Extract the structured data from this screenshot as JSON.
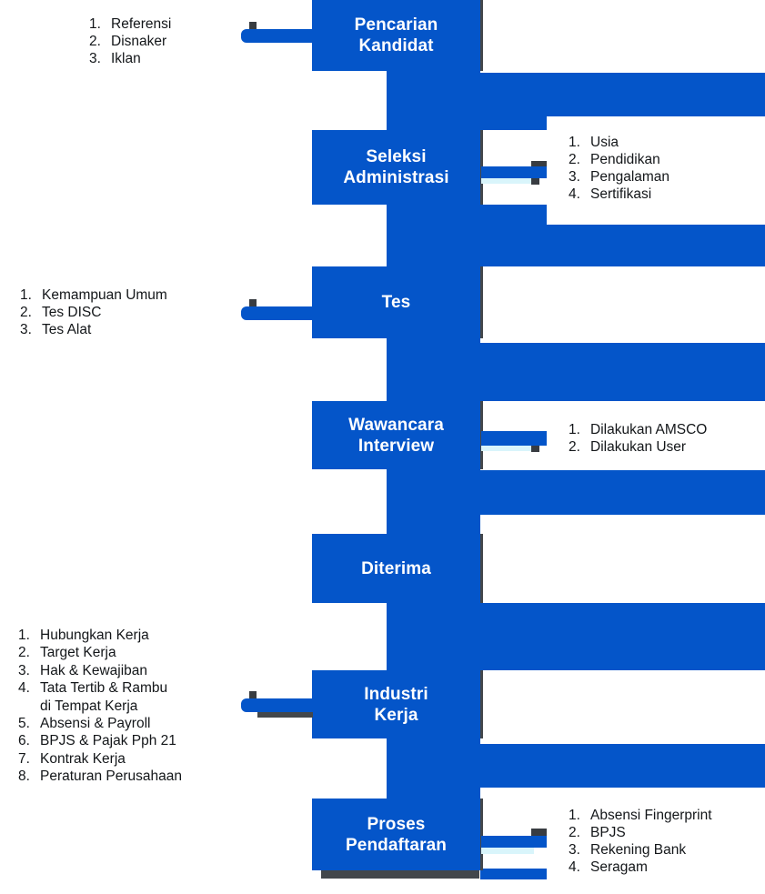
{
  "diagram": {
    "kind": "serpentine-process-flow",
    "steps": [
      {
        "id": "pencarian-kandidat",
        "line1": "Pencarian",
        "line2": "Kandidat"
      },
      {
        "id": "seleksi-administrasi",
        "line1": "Seleksi",
        "line2": "Administrasi"
      },
      {
        "id": "tes",
        "line1": "Tes",
        "line2": ""
      },
      {
        "id": "wawancara-interview",
        "line1": "Wawancara",
        "line2": "Interview"
      },
      {
        "id": "diterima",
        "line1": "Diterima",
        "line2": ""
      },
      {
        "id": "industri-kerja",
        "line1": "Industri",
        "line2": "Kerja"
      },
      {
        "id": "proses-pendaftaran",
        "line1": "Proses",
        "line2": "Pendaftaran"
      }
    ],
    "annotations": {
      "left": [
        {
          "anchor": "pencarian-kandidat",
          "items": [
            {
              "n": "1.",
              "t": "Referensi"
            },
            {
              "n": "2.",
              "t": "Disnaker"
            },
            {
              "n": "3.",
              "t": "Iklan"
            }
          ]
        },
        {
          "anchor": "tes",
          "items": [
            {
              "n": "1.",
              "t": "Kemampuan Umum"
            },
            {
              "n": "2.",
              "t": "Tes DISC"
            },
            {
              "n": "3.",
              "t": "Tes Alat"
            }
          ]
        },
        {
          "anchor": "industri-kerja",
          "items": [
            {
              "n": "1.",
              "t": "Hubungkan Kerja"
            },
            {
              "n": "2.",
              "t": "Target Kerja"
            },
            {
              "n": "3.",
              "t": "Hak & Kewajiban"
            },
            {
              "n": "4.",
              "t": "Tata Tertib & Rambu"
            },
            {
              "n": "",
              "t": "di Tempat Kerja"
            },
            {
              "n": "5.",
              "t": "Absensi & Payroll"
            },
            {
              "n": "6.",
              "t": "BPJS & Pajak Pph 21"
            },
            {
              "n": "7.",
              "t": "Kontrak Kerja"
            },
            {
              "n": "8.",
              "t": "Peraturan Perusahaan"
            }
          ]
        }
      ],
      "right": [
        {
          "anchor": "seleksi-administrasi",
          "items": [
            {
              "n": "1.",
              "t": "Usia"
            },
            {
              "n": "2.",
              "t": "Pendidikan"
            },
            {
              "n": "3.",
              "t": "Pengalaman"
            },
            {
              "n": "4.",
              "t": "Sertifikasi"
            }
          ]
        },
        {
          "anchor": "wawancara-interview",
          "items": [
            {
              "n": "1.",
              "t": "Dilakukan AMSCO"
            },
            {
              "n": "2.",
              "t": "Dilakukan User"
            }
          ]
        },
        {
          "anchor": "proses-pendaftaran",
          "items": [
            {
              "n": "1.",
              "t": "Absensi Fingerprint"
            },
            {
              "n": "2.",
              "t": "BPJS"
            },
            {
              "n": "3.",
              "t": "Rekening Bank"
            },
            {
              "n": "4.",
              "t": "Seragam"
            }
          ]
        }
      ]
    }
  },
  "colors": {
    "primary_blue": "#0455C9",
    "light_cyan": "#D9F5FB",
    "shadow_dark": "#43474B",
    "accent_dark": "#383C41",
    "text_dark": "#131619"
  }
}
